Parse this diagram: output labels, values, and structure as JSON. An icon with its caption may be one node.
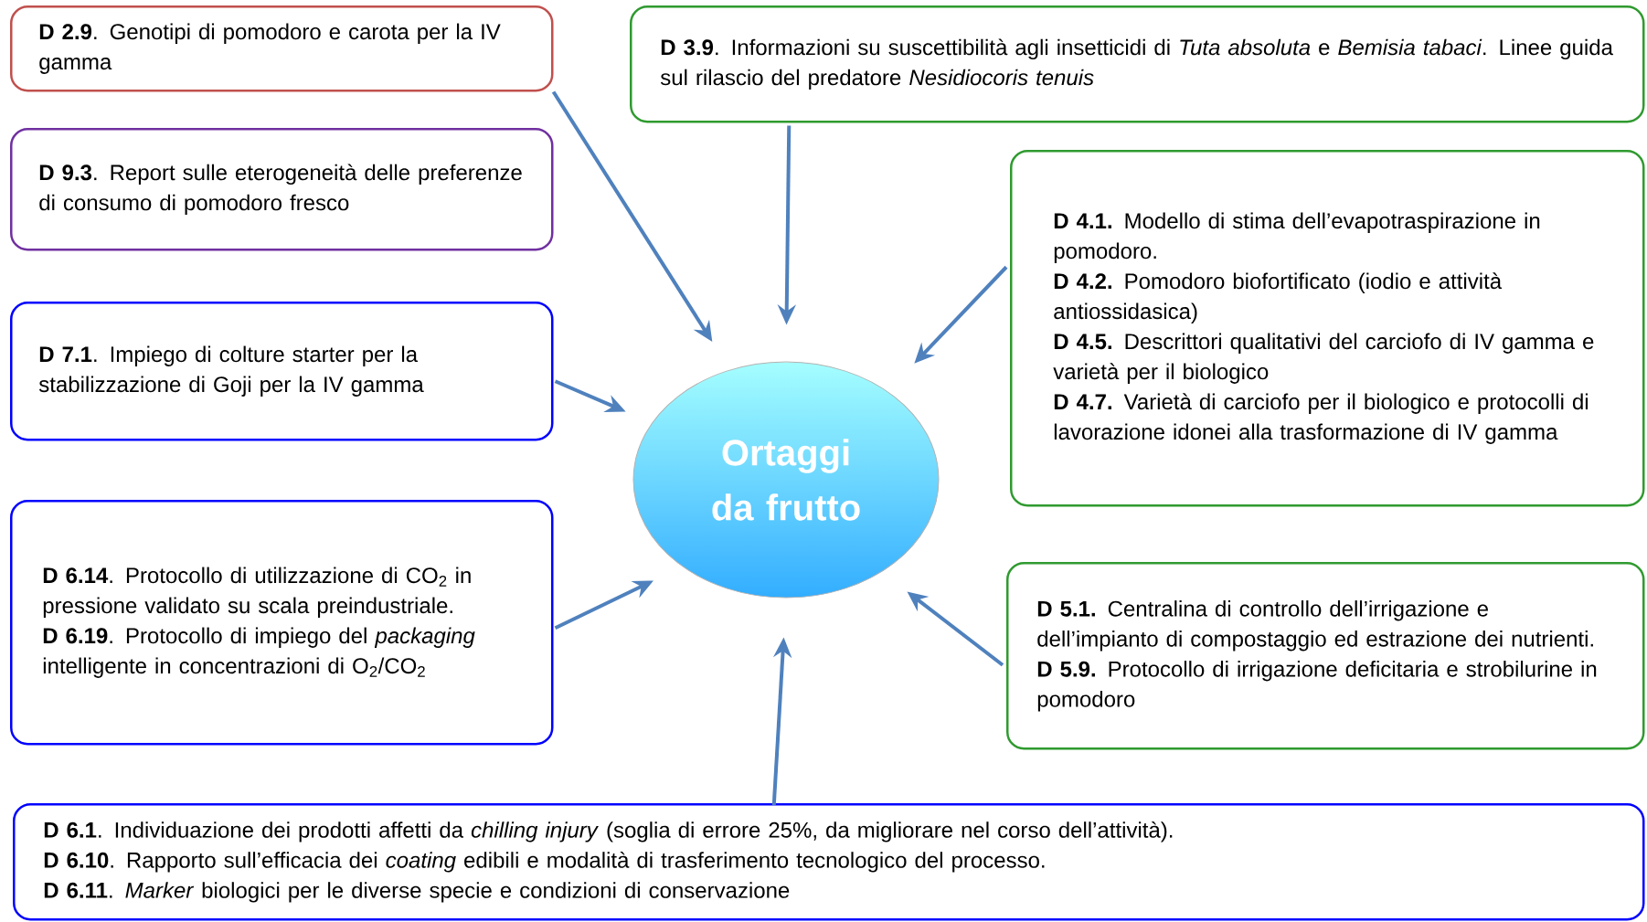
{
  "diagram": {
    "nodes": [
      {
        "text": [
          "**D 2.9**. Genotipi di pomodoro e carota per la IV gamma"
        ]
      },
      {
        "text": [
          "**D 3.9**. Informazioni su suscettibilità agli insetticidi di *Tuta absoluta* e *Bemisia tabaci*. Linee guida sul rilascio del predatore *Nesidiocoris tenuis*"
        ]
      },
      {
        "text": [
          "**D 9.3**. Report sulle eterogeneità delle preferenze di consumo di pomodoro fresco"
        ]
      },
      {
        "text": [
          "**D 4.1.** Modello di stima dell’evapotraspirazione in pomodoro.",
          "**D 4.2.** Pomodoro biofortificato (iodio e attività antiossidasica)",
          "**D 4.5.** Descrittori qualitativi del carciofo di IV gamma e varietà per il biologico",
          "**D 4.7.** Varietà di carciofo per il biologico e protocolli di lavorazione idonei alla trasformazione di IV gamma"
        ]
      },
      {
        "text": [
          "**D 7.1**. Impiego di colture starter per la stabilizzazione di Goji per la IV gamma"
        ]
      },
      {
        "text": [
          "Ortaggi da frutto"
        ]
      },
      {
        "text": [
          "**D 6.14**. Protocollo di utilizzazione di CO$_{2}$ in pressione validato su scala preindustriale.",
          "**D 6.19**. Protocollo di impiego del *packaging* intelligente in concentrazioni di O$_{2}$/CO$_{2}$"
        ]
      },
      {
        "text": [
          "**D 5.1.** Centralina di controllo dell’irrigazione e dell’impianto di compostaggio ed estrazione dei nutrienti.",
          "**D 5.9.** Protocollo di irrigazione deficitaria e strobilurine in pomodoro"
        ]
      },
      {
        "text": [
          "**D 6.1**. Individuazione dei prodotti affetti da *chilling injury* (soglia di errore 25%, da migliorare nel corso dell’attività).",
          "**D 6.10**. Rapporto sull’efficacia dei *coating* edibili e modalità di trasferimento tecnologico del processo.",
          "**D 6.11**. *Marker* biologici per le diverse specie e condizioni di conservazione"
        ]
      }
    ],
    "edges": [
      {
        "from": 0,
        "to": 5,
        "arrow": "to"
      },
      {
        "from": 1,
        "to": 5,
        "arrow": "to"
      },
      {
        "from": 3,
        "to": 5,
        "arrow": "to"
      },
      {
        "from": 4,
        "to": 5,
        "arrow": "to"
      },
      {
        "from": 6,
        "to": 5,
        "arrow": "to"
      },
      {
        "from": 7,
        "to": 5,
        "arrow": "to"
      },
      {
        "from": 8,
        "to": 5,
        "arrow": "to"
      }
    ]
  }
}
